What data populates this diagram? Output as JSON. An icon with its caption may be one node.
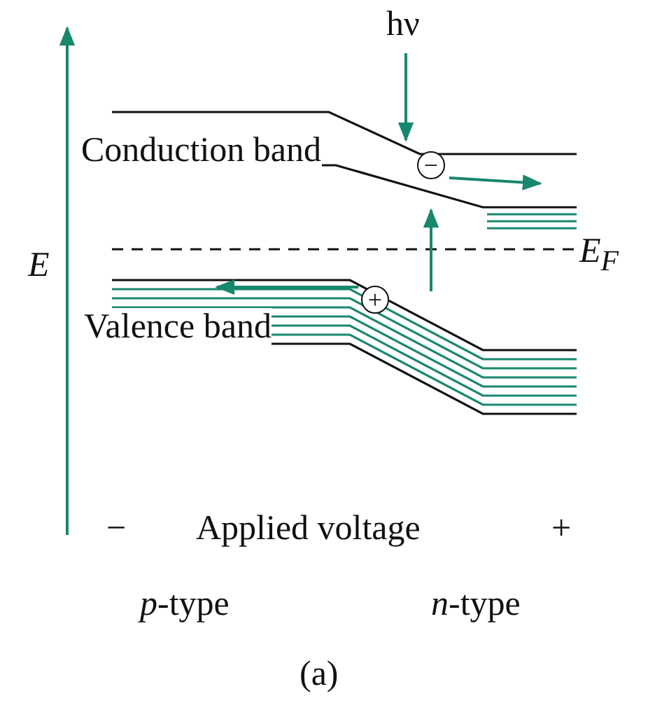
{
  "diagram": {
    "caption": "(a)",
    "nodes": [
      {
        "text": [
          "−"
        ]
      },
      {
        "text": [
          "+"
        ]
      }
    ],
    "labels": [
      "hν",
      "Conduction band",
      "E",
      "E$_{F}$",
      "Valence band",
      "−",
      "Applied voltage",
      "+",
      "*p*-type",
      "*n*-type"
    ]
  }
}
